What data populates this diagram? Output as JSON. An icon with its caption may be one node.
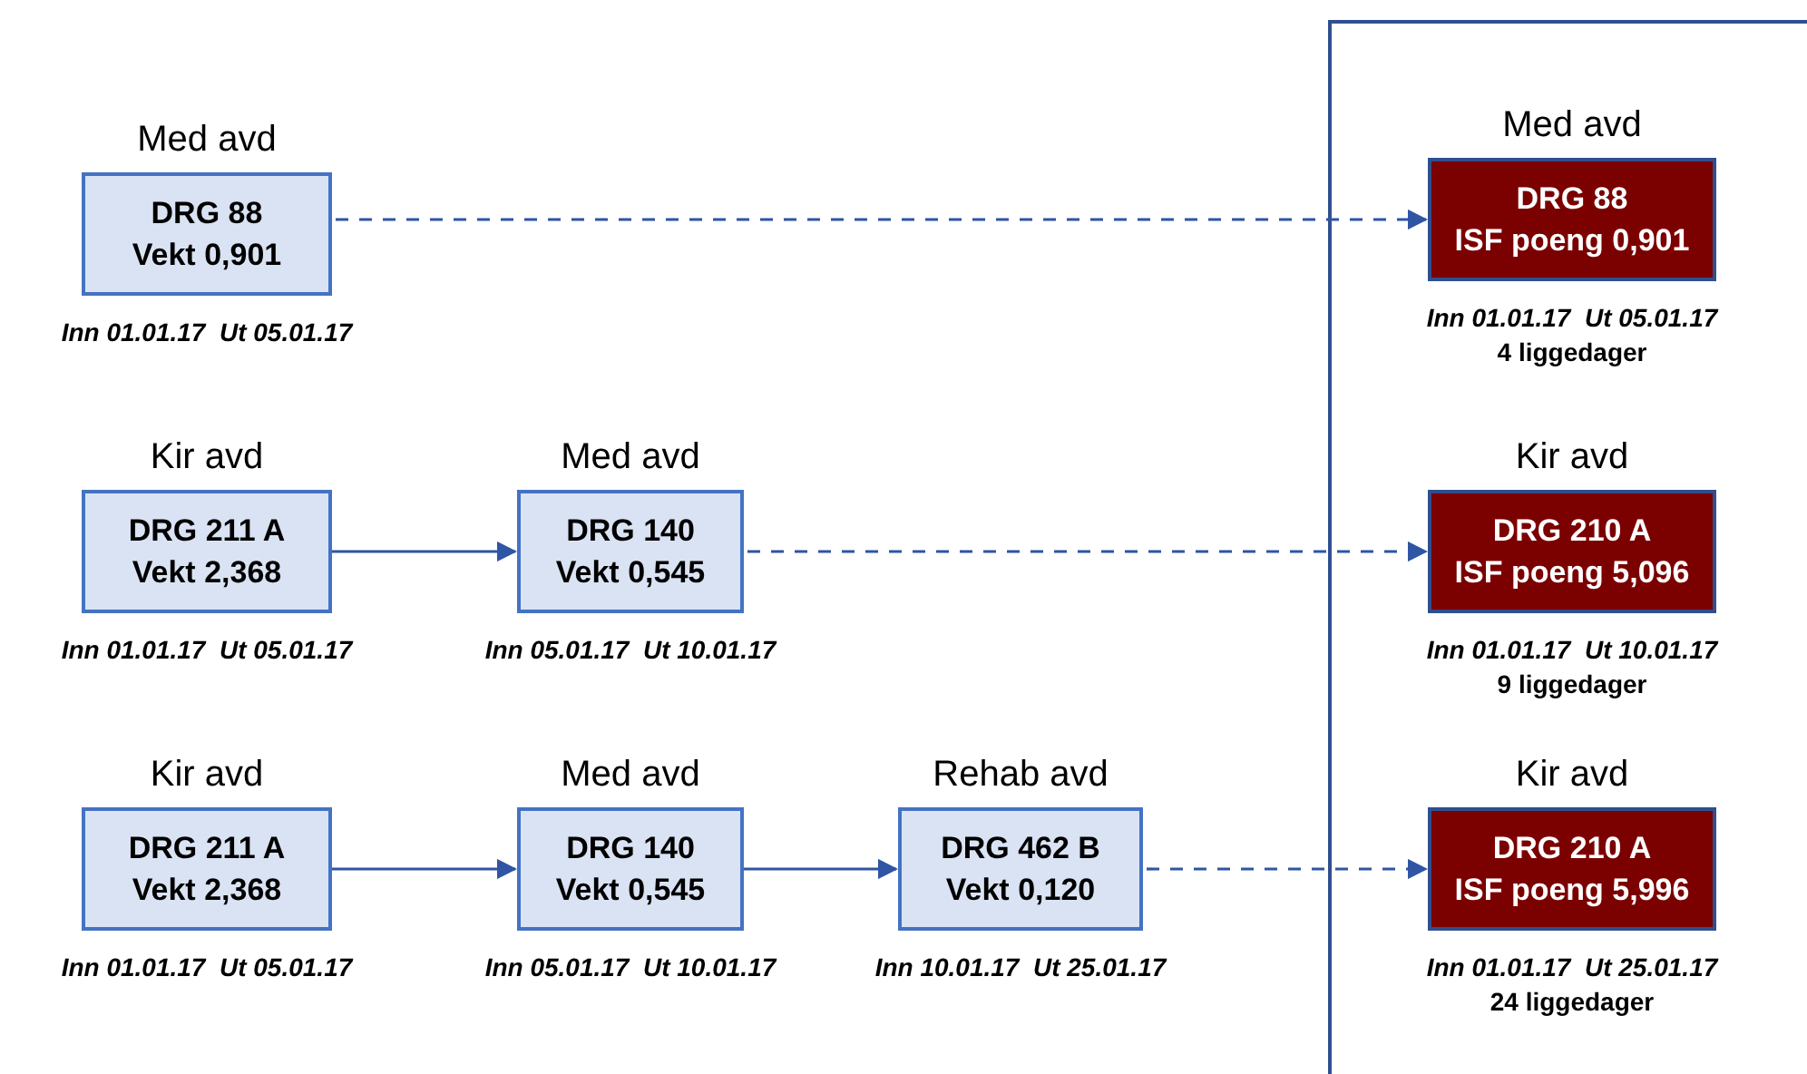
{
  "diagram": {
    "nodes": [
      {
        "text": [
          "Med avd",
          "DRG 88",
          "Vekt 0,901"
        ],
        "beside": [
          "Inn 01.01.17  Ut 05.01.17"
        ]
      },
      {
        "text": [
          "Med avd",
          "DRG 88",
          "ISF poeng 0,901"
        ],
        "beside": [
          "Inn 01.01.17  Ut 05.01.17",
          "4 liggedager"
        ]
      },
      {
        "text": [
          "Kir avd",
          "DRG 211 A",
          "Vekt 2,368"
        ],
        "beside": [
          "Inn 01.01.17  Ut 05.01.17"
        ]
      },
      {
        "text": [
          "Med avd",
          "DRG 140",
          "Vekt 0,545"
        ],
        "beside": [
          "Inn 05.01.17  Ut 10.01.17"
        ]
      },
      {
        "text": [
          "Kir avd",
          "DRG 210 A",
          "ISF poeng 5,096"
        ],
        "beside": [
          "Inn 01.01.17  Ut 10.01.17",
          "9 liggedager"
        ]
      },
      {
        "text": [
          "Kir avd",
          "DRG 211 A",
          "Vekt 2,368"
        ],
        "beside": [
          "Inn 01.01.17  Ut 05.01.17"
        ]
      },
      {
        "text": [
          "Med avd",
          "DRG 140",
          "Vekt 0,545"
        ],
        "beside": [
          "Inn 05.01.17  Ut 10.01.17"
        ]
      },
      {
        "text": [
          "Rehab avd",
          "DRG 462 B",
          "Vekt 0,120"
        ],
        "beside": [
          "Inn 10.01.17  Ut 25.01.17"
        ]
      },
      {
        "text": [
          "Kir avd",
          "DRG 210 A",
          "ISF poeng 5,996"
        ],
        "beside": [
          "Inn 01.01.17  Ut 25.01.17",
          "24 liggedager"
        ]
      }
    ],
    "edges": [
      {
        "from": 0,
        "to": 1,
        "arrow": "to",
        "style": "dashed"
      },
      {
        "from": 2,
        "to": 3,
        "arrow": "to"
      },
      {
        "from": 3,
        "to": 4,
        "arrow": "to",
        "style": "dashed"
      },
      {
        "from": 5,
        "to": 6,
        "arrow": "to"
      },
      {
        "from": 6,
        "to": 7,
        "arrow": "to"
      },
      {
        "from": 7,
        "to": 8,
        "arrow": "to",
        "style": "dashed"
      }
    ]
  }
}
